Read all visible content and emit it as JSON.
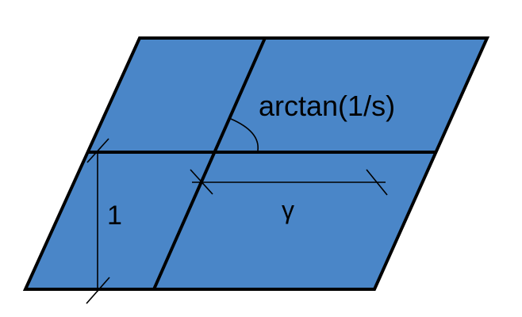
{
  "diagram": {
    "colors": {
      "fill": "#4A86C8",
      "stroke": "#000000",
      "background": "#FFFFFF"
    },
    "labels": {
      "angle": "arctan(1/s)",
      "height": "1",
      "shear": "γ"
    }
  }
}
